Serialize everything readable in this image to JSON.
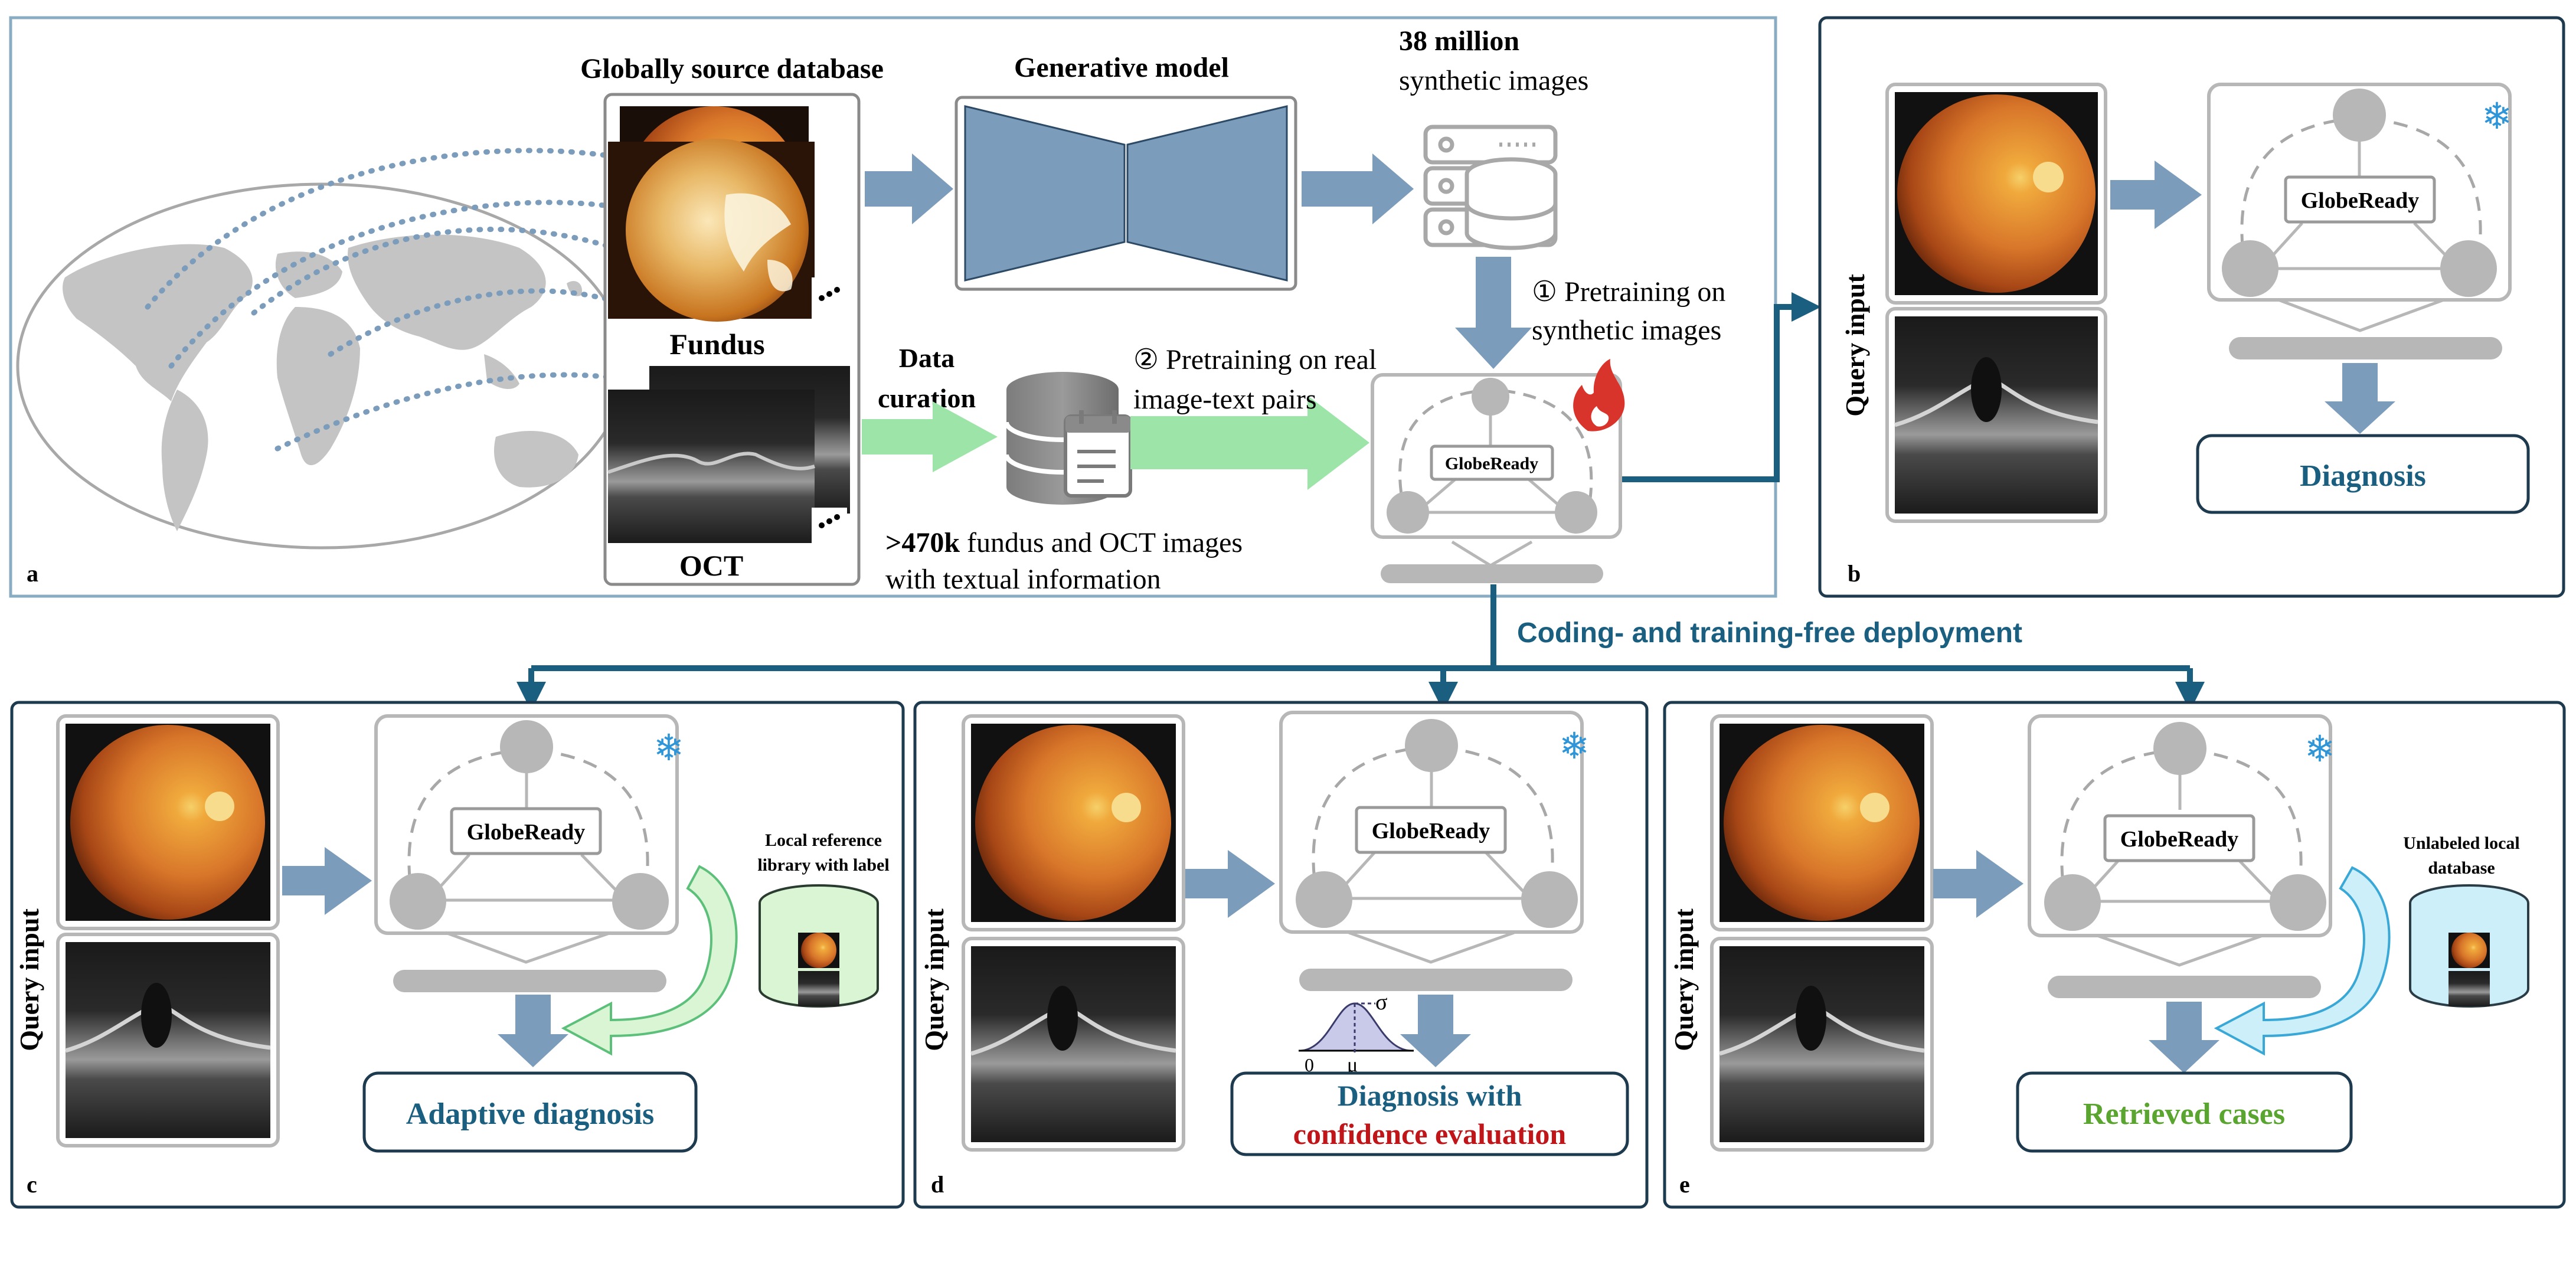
{
  "colors": {
    "arrow_blue": "#7c9cbb",
    "dark_teal": "#1a5e80",
    "green_arrow": "#9de4a8",
    "light_cyan": "#c8ecf7",
    "confidence_red": "#c0161a",
    "retrieved_green": "#5aa52f",
    "node_gray": "#b7b7b7",
    "snowflake_blue": "#2e96d8",
    "flame_red": "#d9342b"
  },
  "panel_a": {
    "letter": "a",
    "database_title": "Globally source database",
    "generative_title": "Generative model",
    "million_bold": "38 million",
    "million_rest": "synthetic images",
    "fundus_label": "Fundus",
    "oct_label": "OCT",
    "data_curation_1": "Data",
    "data_curation_2": "curation",
    "step1_line1": "① Pretraining on",
    "step1_line2": "synthetic images",
    "step2_line1": "② Pretraining on real",
    "step2_line2": "image-text pairs",
    "count_bold": ">470k",
    "count_rest": " fundus and OCT images",
    "count_line2": "with textual information",
    "model_name": "GlobeReady",
    "icons": [
      "world-map-icon",
      "server-icon",
      "database-icon",
      "flame-icon"
    ]
  },
  "deployment_label": "Coding- and training-free deployment",
  "panel_b": {
    "letter": "b",
    "query_label": "Query input",
    "model_name": "GlobeReady",
    "output_label": "Diagnosis"
  },
  "panel_c": {
    "letter": "c",
    "query_label": "Query input",
    "model_name": "GlobeReady",
    "library_line1": "Local reference",
    "library_line2": "library with label",
    "output_label": "Adaptive diagnosis"
  },
  "panel_d": {
    "letter": "d",
    "query_label": "Query input",
    "model_name": "GlobeReady",
    "sigma": "σ",
    "zero": "0",
    "mu": "μ",
    "output_line1": "Diagnosis with",
    "output_line2": "confidence evaluation"
  },
  "panel_e": {
    "letter": "e",
    "query_label": "Query input",
    "model_name": "GlobeReady",
    "db_line1": "Unlabeled local",
    "db_line2": "database",
    "output_label": "Retrieved cases"
  }
}
